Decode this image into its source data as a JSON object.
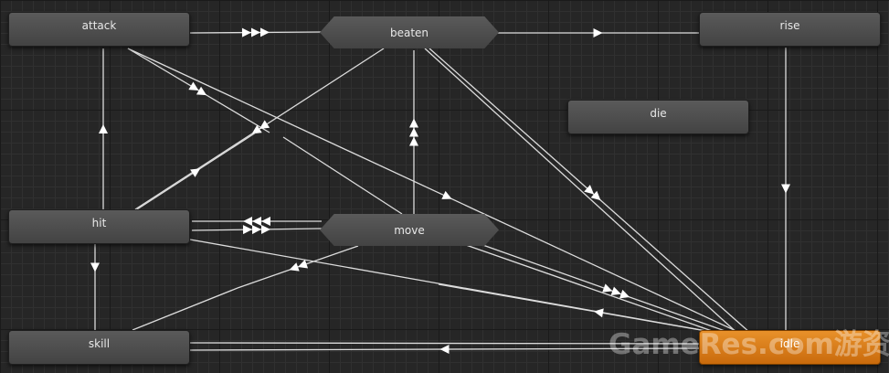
{
  "states": {
    "attack": "attack",
    "beaten": "beaten",
    "rise": "rise",
    "die": "die",
    "hit": "hit",
    "move": "move",
    "skill": "skill",
    "idle": "idle"
  },
  "watermark": "GameRes.com游资网",
  "colors": {
    "default_state": "#e07b1a",
    "node": "#4b4b4b",
    "line": "#dcdcdc"
  }
}
